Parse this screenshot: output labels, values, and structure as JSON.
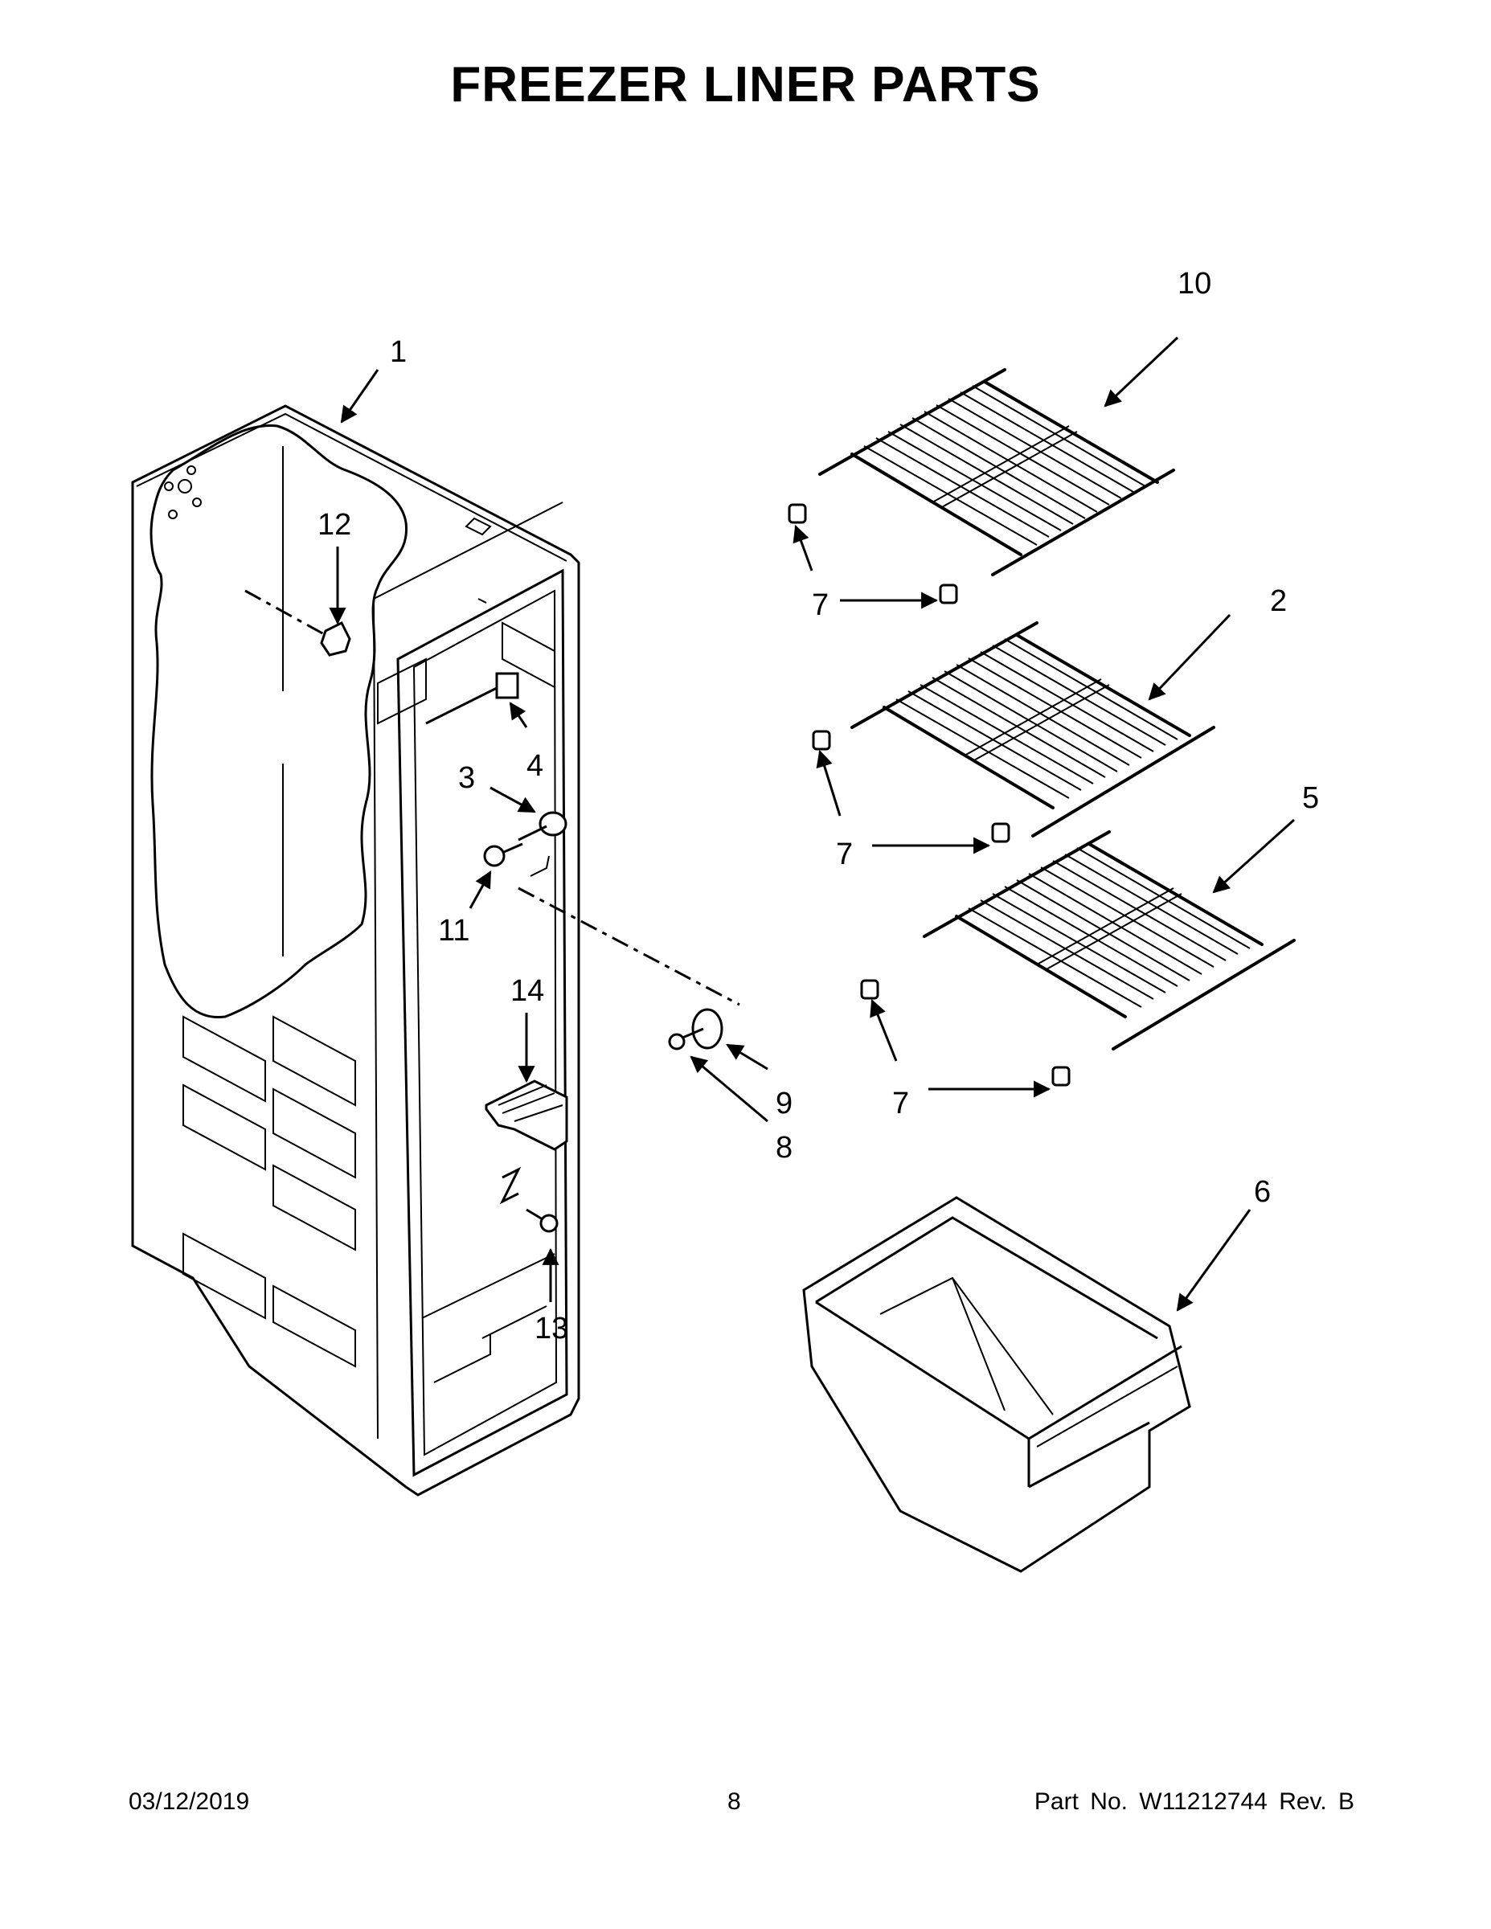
{
  "page": {
    "title": "FREEZER LINER PARTS",
    "footer": {
      "date": "03/12/2019",
      "page_number": "8",
      "part_number": "Part No.  W11212744  Rev.  B"
    }
  },
  "callouts": {
    "c1": "1",
    "c2": "2",
    "c3": "3",
    "c4": "4",
    "c5": "5",
    "c6": "6",
    "c7a": "7",
    "c7b": "7",
    "c7c": "7",
    "c8": "8",
    "c9": "9",
    "c10": "10",
    "c11": "11",
    "c12": "12",
    "c13": "13",
    "c14": "14"
  }
}
